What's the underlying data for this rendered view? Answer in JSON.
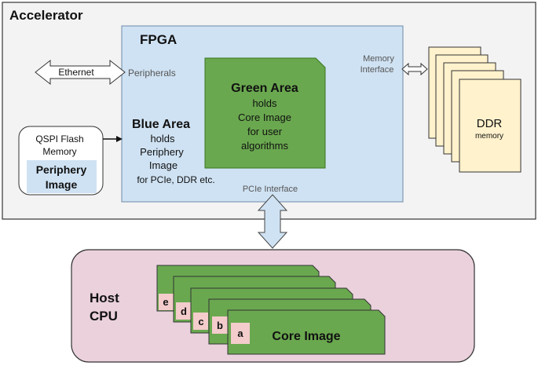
{
  "accelerator": {
    "title": "Accelerator"
  },
  "fpga": {
    "title": "FPGA",
    "peripherals_label": "Peripherals",
    "memory_interface_label": [
      "Memory",
      "Interface"
    ],
    "pcie_interface_label": "PCIe Interface"
  },
  "ethernet": {
    "label": "Ethernet"
  },
  "flash": {
    "title": [
      "QSPI Flash",
      "Memory"
    ],
    "image_label": [
      "Periphery",
      "Image"
    ]
  },
  "blue_area": {
    "title": "Blue Area",
    "lines": [
      "holds",
      "Periphery",
      "Image",
      "for  PCIe, DDR etc."
    ]
  },
  "green_area": {
    "title": "Green Area",
    "lines": [
      "holds",
      "Core Image",
      "for user",
      "algorithms"
    ]
  },
  "ddr": {
    "label": "DDR",
    "sublabel": "memory"
  },
  "host": {
    "title": [
      "Host",
      "CPU"
    ]
  },
  "core_images": {
    "letters": [
      "e",
      "d",
      "c",
      "b",
      "a"
    ],
    "front_label": "Core Image"
  },
  "colors": {
    "accelerator_bg": "#f3f3f3",
    "fpga_blue": "#cfe2f3",
    "green": "#6aa84f",
    "ddr_cream": "#fff2cc",
    "host_pink": "#ead1dc",
    "label_pink": "#f4cccc"
  }
}
